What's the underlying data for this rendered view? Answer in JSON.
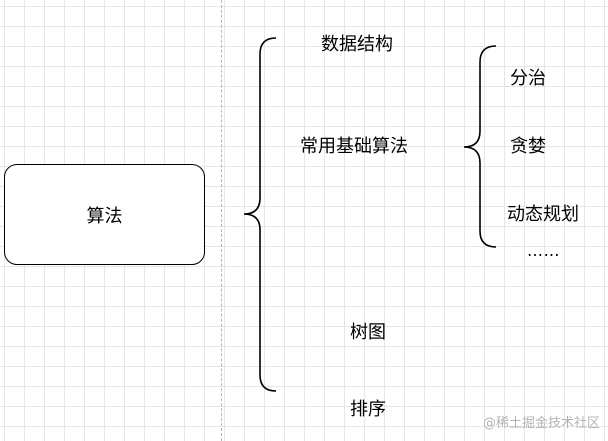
{
  "diagram": {
    "root": {
      "label": "算法"
    },
    "level1": [
      {
        "label": "数据结构"
      },
      {
        "label": "常用基础算法"
      },
      {
        "label": "树图"
      },
      {
        "label": "排序"
      }
    ],
    "level2": [
      {
        "label": "分治"
      },
      {
        "label": "贪婪"
      },
      {
        "label": "动态规划"
      },
      {
        "label": "……"
      }
    ],
    "watermark": "@稀土掘金技术社区"
  }
}
